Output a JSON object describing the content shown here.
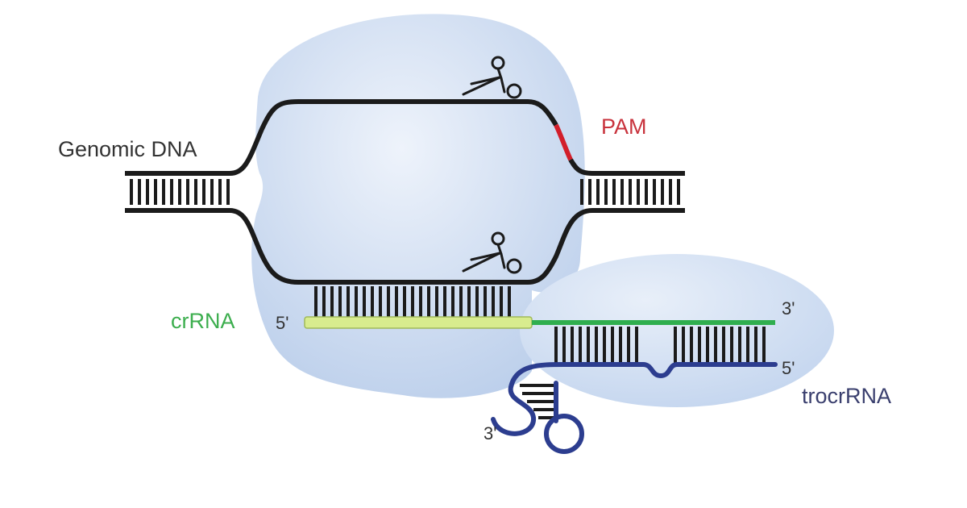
{
  "labels": {
    "genomic_dna": "Genomic DNA",
    "pam": "PAM",
    "crrna": "crRNA",
    "tracrrna": "trocrRNA",
    "crrna_5prime": "5'",
    "crrna_3prime": "3'",
    "tracrrna_5prime": "5'",
    "tracrrna_3prime": "3'"
  },
  "colors": {
    "dna": "#1b1b1b",
    "pam": "#d21e2a",
    "pam_label": "#c8323c",
    "crrna_spacer": "#d8ec8e",
    "crrna_repeat": "#2fae4e",
    "crrna_label": "#3cae4e",
    "tracrrna": "#2c3d8f",
    "tracrrna_label": "#3a3f6e",
    "protein_fill": "#bcd0ec",
    "text": "#333333"
  },
  "icons": [
    "scissors-icon-top",
    "scissors-icon-bottom"
  ]
}
